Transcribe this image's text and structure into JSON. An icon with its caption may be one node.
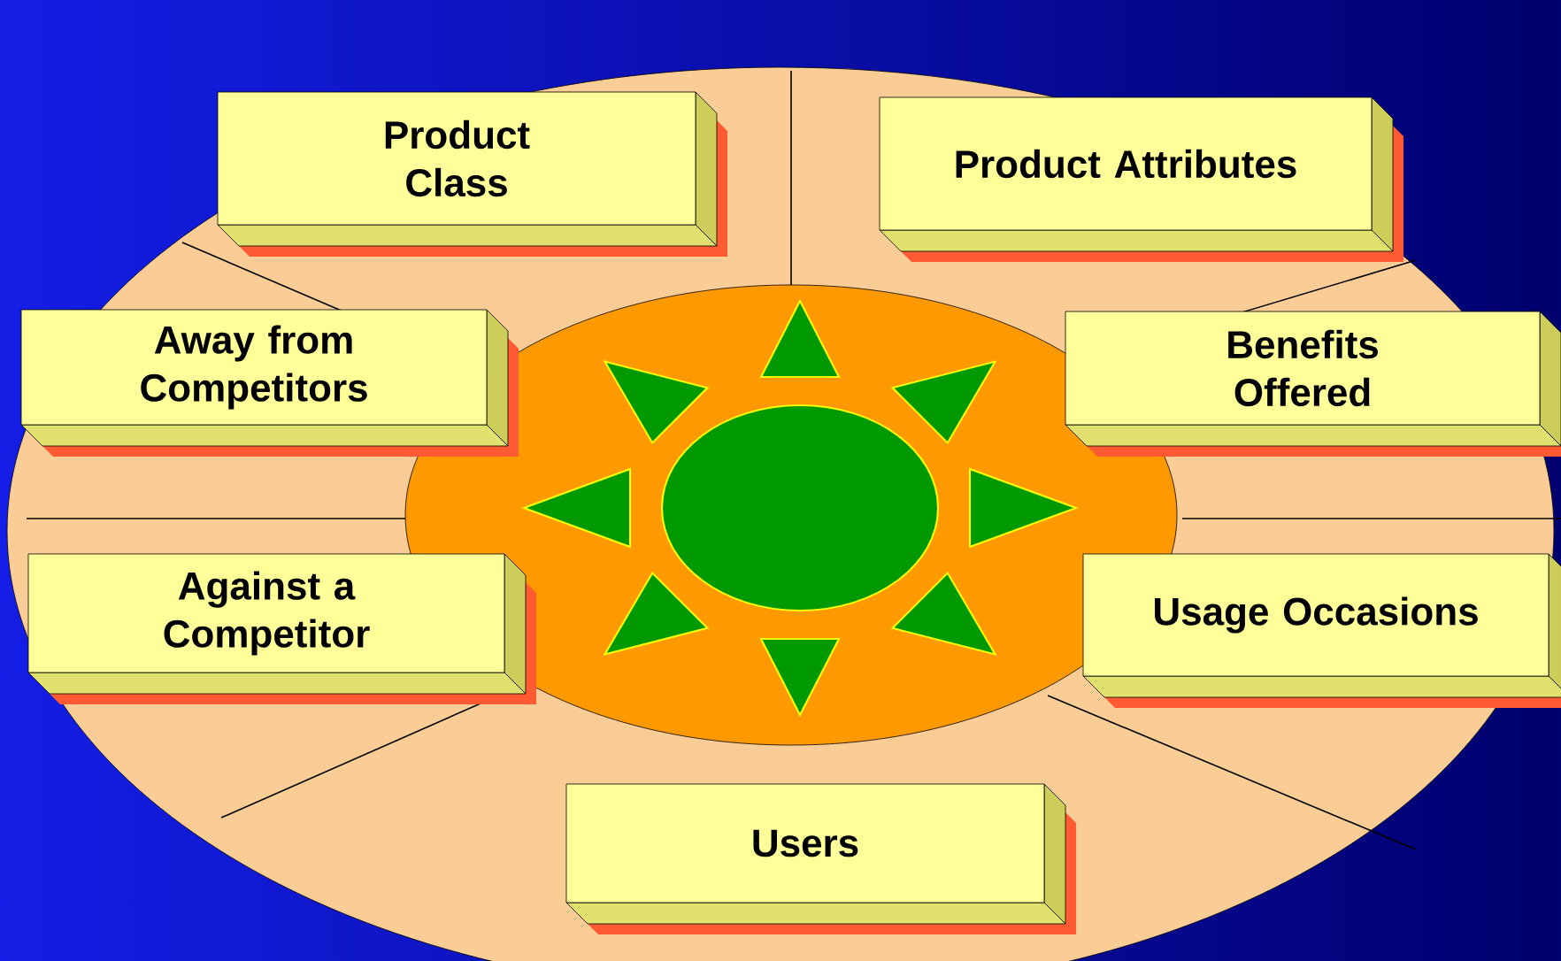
{
  "diagram": {
    "nodes": [
      {
        "text": [
          "Product Class"
        ]
      },
      {
        "text": [
          "Product Attributes"
        ]
      },
      {
        "text": [
          "Away from Competitors"
        ]
      },
      {
        "text": [
          "Benefits Offered"
        ]
      },
      {
        "text": [
          "Against a Competitor"
        ]
      },
      {
        "text": [
          "Usage Occasions"
        ]
      },
      {
        "text": [
          "Users"
        ]
      }
    ]
  }
}
